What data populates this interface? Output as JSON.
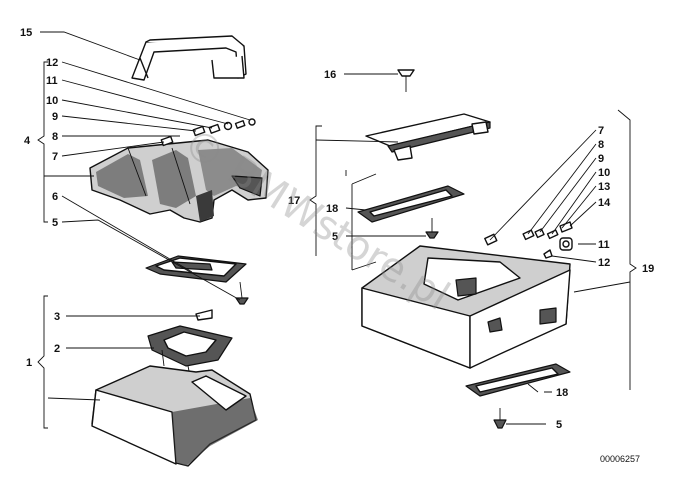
{
  "diagram_code": "00006257",
  "watermark": "© BMWstore.pl",
  "callouts": {
    "c15": "15",
    "c12a": "12",
    "c11a": "11",
    "c10a": "10",
    "c9a": "9",
    "c4": "4",
    "c8a": "8",
    "c7a": "7",
    "c6": "6",
    "c5a": "5",
    "c3": "3",
    "c2": "2",
    "c1": "1",
    "c16": "16",
    "c17": "17",
    "c18a": "18",
    "c5b": "5",
    "c7b": "7",
    "c8b": "8",
    "c9b": "9",
    "c10b": "10",
    "c13": "13",
    "c14": "14",
    "c11b": "11",
    "c12b": "12",
    "c19": "19",
    "c18b": "18",
    "c5c": "5"
  }
}
